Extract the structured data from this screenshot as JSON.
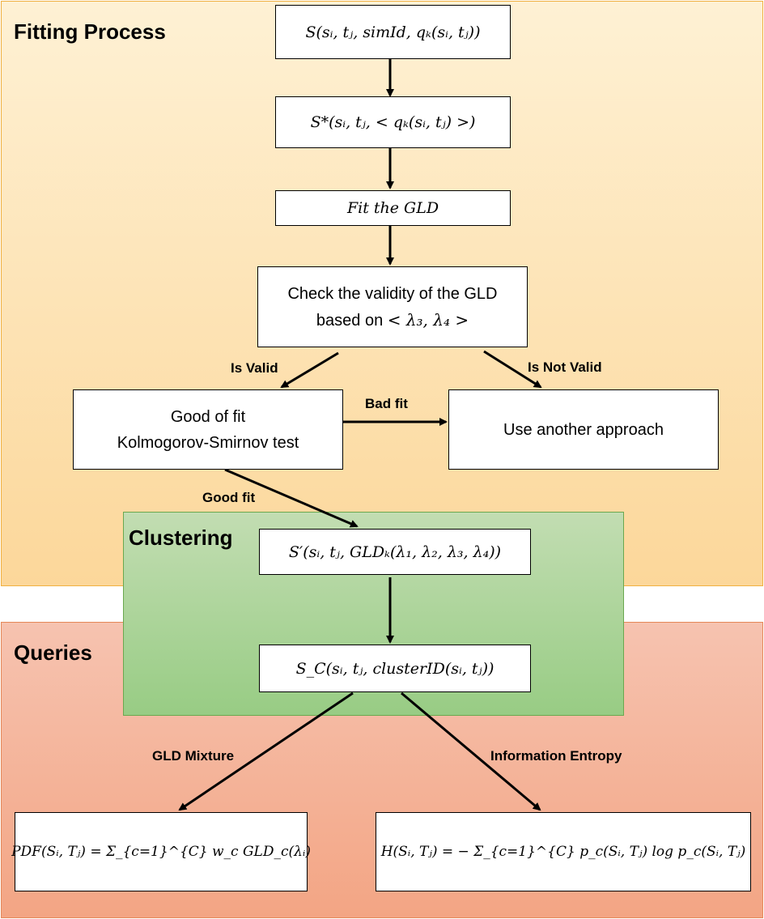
{
  "regions": {
    "fitting": "Fitting Process",
    "clustering": "Clustering",
    "queries": "Queries"
  },
  "nodes": {
    "raw": "S(sᵢ, tⱼ, simId, qₖ(sᵢ, tⱼ))",
    "aggregated": "S*(sᵢ, tⱼ, < qₖ(sᵢ, tⱼ) >)",
    "fit": "Fit the GLD",
    "check_line1": "Check the validity of the GLD",
    "check_line2": "based on",
    "check_math": "< λ₃, λ₄ >",
    "gof_line1": "Good of fit",
    "gof_line2": "Kolmogorov-Smirnov test",
    "another": "Use another approach",
    "gld_params": "S′(sᵢ, tⱼ, GLDₖ(λ₁, λ₂, λ₃, λ₄))",
    "cluster_id": "S_C(sᵢ, tⱼ, clusterID(sᵢ, tⱼ))",
    "pdf": "PDF(Sᵢ, Tⱼ) = Σ_{c=1}^{C} w_c GLD_c(λᵢ)",
    "entropy": "H(Sᵢ, Tⱼ) = − Σ_{c=1}^{C} p_c(Sᵢ, Tⱼ) log p_c(Sᵢ, Tⱼ)"
  },
  "edges": {
    "is_valid": "Is Valid",
    "is_not_valid": "Is Not Valid",
    "bad_fit": "Bad fit",
    "good_fit": "Good fit",
    "gld_mixture": "GLD Mixture",
    "info_entropy": "Information Entropy"
  }
}
